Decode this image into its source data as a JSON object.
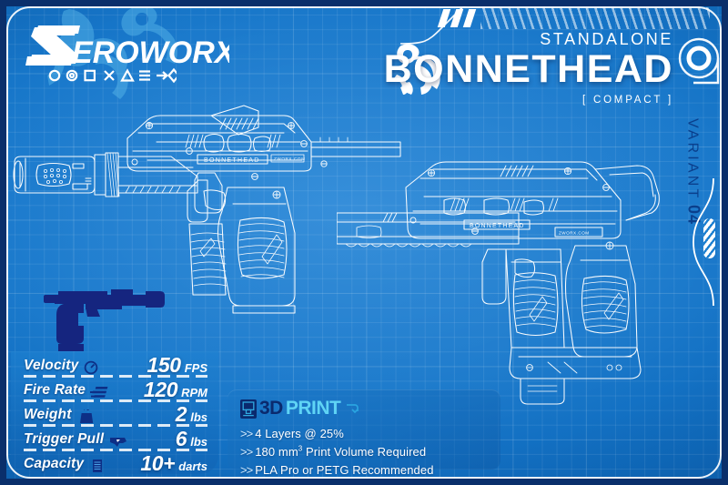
{
  "brand": {
    "name": "ZEROWORX",
    "name_z": "Z",
    "name_rest": "EROWORX",
    "watermark_icon": "hammerhead-shark-watermark",
    "symbols": [
      "circle-outline",
      "circle-ring",
      "square-outline",
      "x-mark",
      "triangle-outline",
      "bars-triple",
      "arrow-right",
      "diamond-outline"
    ]
  },
  "header": {
    "eyebrow": "STANDALONE",
    "title": "BONNETHEAD",
    "subtitle": "[ COMPACT ]",
    "mascot_icon": "hammerhead-shark-icon",
    "badge_icon": "zeroworx-droplet-badge-icon",
    "accent_hatch": "diagonal-hatch-band"
  },
  "side": {
    "variant_label": "VARIANT",
    "variant_number": "04",
    "edge_marker_icon": "striped-pill-marker-icon"
  },
  "art": {
    "primary_view": "bonnethead-blaster-blueprint-left",
    "secondary_view": "bonnethead-blaster-blueprint-right",
    "silhouette": "blaster-silhouette-icon",
    "decal_text": "BONNETHEAD",
    "decal_url": "ZWORX.COM"
  },
  "specs": {
    "rows": [
      {
        "label": "Velocity",
        "icon": "speedometer-icon",
        "value": "150",
        "unit": "FPS"
      },
      {
        "label": "Fire Rate",
        "icon": "fire-rate-icon",
        "value": "120",
        "unit": "RPM"
      },
      {
        "label": "Weight",
        "icon": "weight-icon",
        "value": "2",
        "unit": "lbs"
      },
      {
        "label": "Trigger Pull",
        "icon": "trigger-icon",
        "value": "6",
        "unit": "lbs"
      },
      {
        "label": "Capacity",
        "icon": "magazine-icon",
        "value": "10+",
        "unit": "darts"
      }
    ]
  },
  "print": {
    "icon": "3d-printer-icon",
    "title_a": "3D",
    "title_b": "PRINT",
    "arrow_icon": "return-arrow-icon",
    "bullets": [
      {
        "marker": ">>",
        "text_a": "4 Layers @ 25%",
        "sup": "",
        "text_b": ""
      },
      {
        "marker": ">>",
        "text_a": "180 mm",
        "sup": "3",
        "text_b": " Print Volume Required"
      },
      {
        "marker": ">>",
        "text_a": "PLA Pro or PETG Recommended",
        "sup": "",
        "text_b": ""
      }
    ]
  },
  "colors": {
    "bg_blue": "#1878cb",
    "edge_navy": "#0a2f6b",
    "line_white": "#ffffff",
    "accent_cyan": "#5fd4f5",
    "deep_navy": "#0a2a6e",
    "silhouette_navy": "#15257f"
  }
}
